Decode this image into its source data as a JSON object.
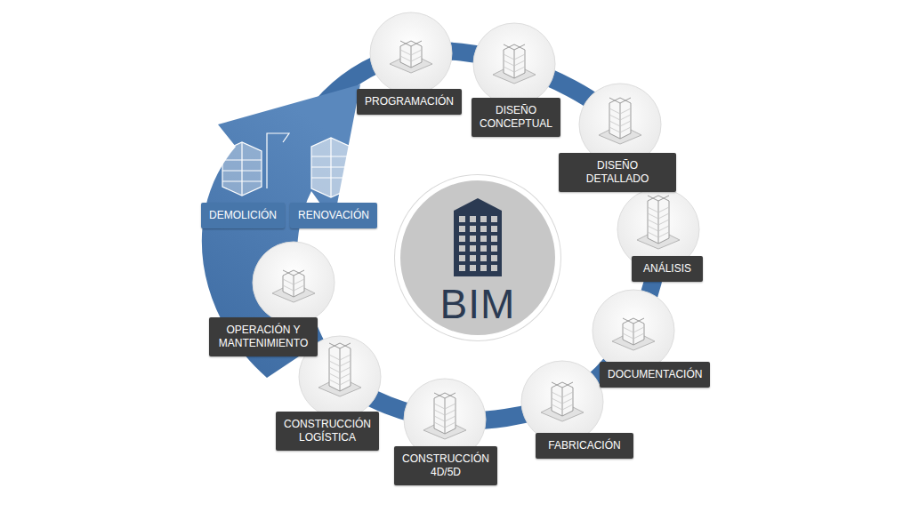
{
  "diagram": {
    "nodes": [
      {
        "text": [
          "PROGRAMACIÓN"
        ]
      },
      {
        "text": [
          "DISEÑO CONCEPTUAL"
        ]
      },
      {
        "text": [
          "DISEÑO DETALLADO"
        ]
      },
      {
        "text": [
          "ANÁLISIS"
        ]
      },
      {
        "text": [
          "DOCUMENTACIÓN"
        ]
      },
      {
        "text": [
          "FABRICACIÓN"
        ]
      },
      {
        "text": [
          "CONSTRUCCIÓN 4D/5D"
        ]
      },
      {
        "text": [
          "CONSTRUCCIÓN LOGÍSTICA"
        ]
      },
      {
        "text": [
          "OPERACIÓN Y MANTENIMIENTO"
        ]
      },
      {
        "text": [
          "DEMOLICIÓN"
        ]
      },
      {
        "text": [
          "RENOVACIÓN"
        ]
      },
      {
        "text": [
          "BIM"
        ]
      }
    ]
  }
}
